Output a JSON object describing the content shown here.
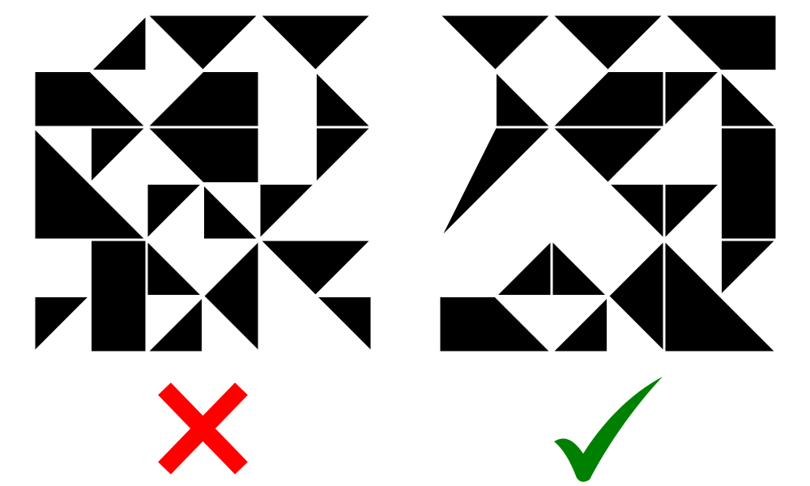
{
  "colors": {
    "tile": "#000000",
    "background": "#ffffff",
    "wrong_mark": "#ff0000",
    "right_mark": "#008000"
  },
  "panels": [
    {
      "name": "wrong",
      "mark_icon": "cross-icon",
      "shapes": [
        [
          [
            2,
            0
          ],
          [
            2,
            1
          ],
          [
            1,
            1
          ]
        ],
        [
          [
            2,
            0
          ],
          [
            4,
            0
          ],
          [
            3,
            1
          ]
        ],
        [
          [
            4,
            0
          ],
          [
            6,
            0
          ],
          [
            5,
            1
          ]
        ],
        [
          [
            0,
            1
          ],
          [
            1,
            1
          ],
          [
            2,
            2
          ],
          [
            0,
            2
          ]
        ],
        [
          [
            3,
            1
          ],
          [
            4,
            1
          ],
          [
            4,
            2
          ],
          [
            2,
            2
          ]
        ],
        [
          [
            5,
            1
          ],
          [
            6,
            2
          ],
          [
            5,
            2
          ]
        ],
        [
          [
            0,
            2
          ],
          [
            2,
            4
          ],
          [
            0,
            4
          ]
        ],
        [
          [
            1,
            2
          ],
          [
            2,
            2
          ],
          [
            1,
            3
          ]
        ],
        [
          [
            2,
            2
          ],
          [
            4,
            2
          ],
          [
            4,
            3
          ],
          [
            3,
            3
          ]
        ],
        [
          [
            5,
            2
          ],
          [
            6,
            2
          ],
          [
            5,
            3
          ]
        ],
        [
          [
            2,
            3
          ],
          [
            3,
            3
          ],
          [
            2,
            4
          ]
        ],
        [
          [
            3,
            3
          ],
          [
            4,
            4
          ],
          [
            3,
            4
          ]
        ],
        [
          [
            4,
            3
          ],
          [
            5,
            3
          ],
          [
            4,
            4
          ]
        ],
        [
          [
            0,
            5
          ],
          [
            1,
            5
          ],
          [
            0,
            6
          ]
        ],
        [
          [
            1,
            4
          ],
          [
            2,
            4
          ],
          [
            2,
            6
          ],
          [
            1,
            6
          ]
        ],
        [
          [
            2,
            4
          ],
          [
            3,
            5
          ],
          [
            2,
            5
          ]
        ],
        [
          [
            2,
            6
          ],
          [
            3,
            5
          ],
          [
            3,
            6
          ]
        ],
        [
          [
            4,
            4
          ],
          [
            4,
            6
          ],
          [
            3,
            5
          ]
        ],
        [
          [
            4,
            4
          ],
          [
            6,
            4
          ],
          [
            5,
            5
          ]
        ],
        [
          [
            5,
            5
          ],
          [
            6,
            5
          ],
          [
            6,
            6
          ]
        ]
      ]
    },
    {
      "name": "right",
      "mark_icon": "checkmark-icon",
      "shapes": [
        [
          [
            0,
            0
          ],
          [
            2,
            0
          ],
          [
            1,
            1
          ]
        ],
        [
          [
            2,
            0
          ],
          [
            4,
            0
          ],
          [
            3,
            1
          ]
        ],
        [
          [
            4,
            0
          ],
          [
            6,
            0
          ],
          [
            6,
            1
          ],
          [
            5,
            1
          ]
        ],
        [
          [
            1,
            1
          ],
          [
            2,
            2
          ],
          [
            1,
            2
          ]
        ],
        [
          [
            3,
            1
          ],
          [
            4,
            1
          ],
          [
            4,
            2
          ],
          [
            2,
            2
          ]
        ],
        [
          [
            4,
            1
          ],
          [
            5,
            1
          ],
          [
            4,
            2
          ]
        ],
        [
          [
            5,
            1
          ],
          [
            6,
            2
          ],
          [
            5,
            2
          ]
        ],
        [
          [
            1,
            2
          ],
          [
            2,
            2
          ],
          [
            0,
            4
          ]
        ],
        [
          [
            2,
            2
          ],
          [
            4,
            2
          ],
          [
            3,
            3
          ]
        ],
        [
          [
            5,
            2
          ],
          [
            6,
            2
          ],
          [
            6,
            4
          ],
          [
            5,
            4
          ]
        ],
        [
          [
            3,
            3
          ],
          [
            4,
            3
          ],
          [
            4,
            4
          ]
        ],
        [
          [
            4,
            3
          ],
          [
            5,
            3
          ],
          [
            4,
            4
          ]
        ],
        [
          [
            2,
            4
          ],
          [
            2,
            5
          ],
          [
            1,
            5
          ]
        ],
        [
          [
            2,
            4
          ],
          [
            3,
            5
          ],
          [
            2,
            5
          ]
        ],
        [
          [
            0,
            5
          ],
          [
            1,
            5
          ],
          [
            2,
            6
          ],
          [
            0,
            6
          ]
        ],
        [
          [
            2,
            6
          ],
          [
            3,
            5
          ],
          [
            3,
            6
          ]
        ],
        [
          [
            4,
            4
          ],
          [
            4,
            6
          ],
          [
            3,
            5
          ]
        ],
        [
          [
            4,
            4
          ],
          [
            6,
            6
          ],
          [
            4,
            6
          ]
        ],
        [
          [
            5,
            4
          ],
          [
            6,
            4
          ],
          [
            5,
            5
          ]
        ]
      ]
    }
  ]
}
